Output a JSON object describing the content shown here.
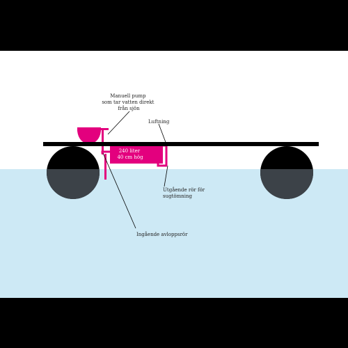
{
  "colors": {
    "frame": "#000000",
    "sky": "#ffffff",
    "water": "#cde9f5",
    "pontoon_dry": "#000000",
    "pontoon_wet": "#3c4248",
    "deck": "#000000",
    "system": "#e3007e",
    "leader": "#000000"
  },
  "labels": {
    "pump": [
      "Manuell pump",
      "som tar vatten direkt",
      "från sjön"
    ],
    "vent": "Luftning",
    "tank": [
      "240 liter",
      "40 cm hög"
    ],
    "outlet": [
      "Utgående rör för",
      "sugtömning"
    ],
    "inlet": "Ingående avloppsrör"
  }
}
